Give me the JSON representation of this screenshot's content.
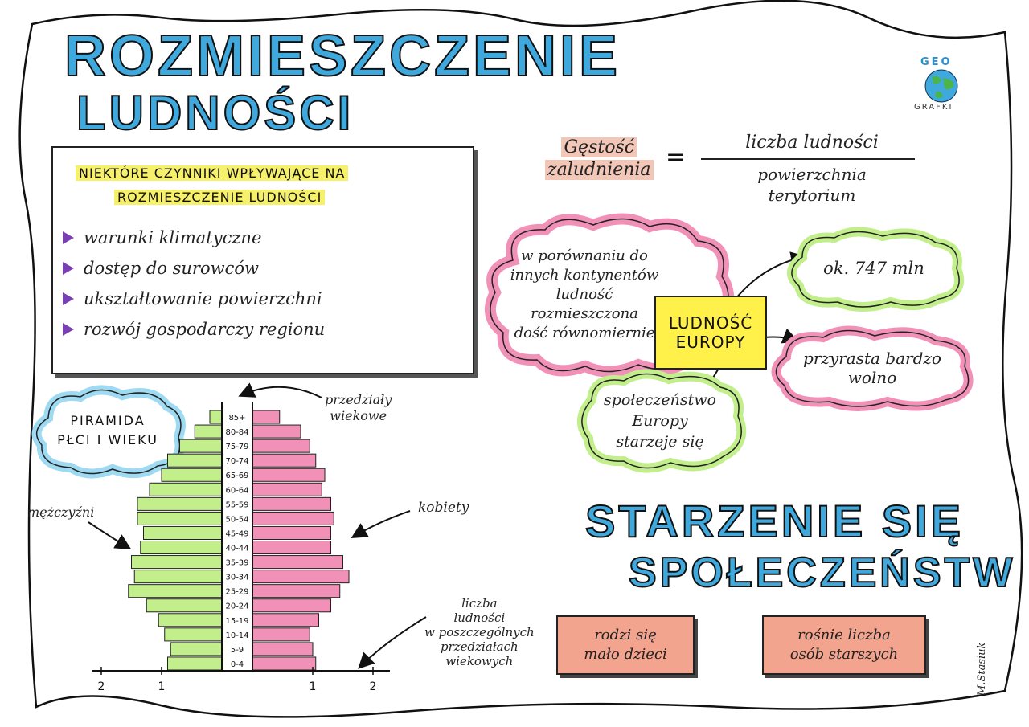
{
  "title": {
    "line1": "ROZMIESZCZENIE",
    "line2": "LUDNOŚCI"
  },
  "logo": {
    "top": "GEO",
    "bottom": "GRAFKI"
  },
  "density": {
    "left_line1": "Gęstość",
    "left_line2": "zaludnienia",
    "equals": "=",
    "numerator": "liczba ludności",
    "denominator_line1": "powierzchnia",
    "denominator_line2": "terytorium"
  },
  "factors": {
    "heading_line1": "NIEKTÓRE CZYNNIKI WPŁYWAJĄCE NA",
    "heading_line2": "ROZMIESZCZENIE LUDNOŚCI",
    "items": [
      "warunki klimatyczne",
      "dostęp do surowców",
      "ukształtowanie powierzchni",
      "rozwój gospodarczy regionu"
    ]
  },
  "mindmap": {
    "center_line1": "LUDNOŚĆ",
    "center_line2": "EUROPY",
    "cloud_left": [
      "w porównaniu do",
      "innych kontynentów",
      "ludność",
      "rozmieszczona",
      "dość równomiernie"
    ],
    "cloud_population": "ok. 747 mln",
    "cloud_growth": [
      "przyrasta bardzo",
      "wolno"
    ],
    "cloud_society": [
      "społeczeństwo",
      "Europy",
      "starzeje się"
    ]
  },
  "pyramid": {
    "label_line1": "PIRAMIDA",
    "label_line2": "PŁCI I WIEKU",
    "annot_age_groups": [
      "przedziały",
      "wiekowe"
    ],
    "annot_men": "mężczyźni",
    "annot_women": "kobiety",
    "annot_count": [
      "liczba",
      "ludności",
      "w poszczególnych",
      "przedziałach",
      "wiekowych"
    ]
  },
  "chart_data": {
    "type": "bar",
    "orientation": "horizontal-pyramid",
    "categories": [
      "0-4",
      "5-9",
      "10-14",
      "15-19",
      "20-24",
      "25-29",
      "30-34",
      "35-39",
      "40-44",
      "45-49",
      "50-54",
      "55-59",
      "60-64",
      "65-69",
      "70-74",
      "75-79",
      "80-84",
      "85+"
    ],
    "series": [
      {
        "name": "mężczyźni",
        "values": [
          0.9,
          0.85,
          0.95,
          1.05,
          1.25,
          1.55,
          1.45,
          1.5,
          1.35,
          1.3,
          1.4,
          1.4,
          1.2,
          1.0,
          0.9,
          0.7,
          0.45,
          0.2
        ],
        "color": "#c2ef8c"
      },
      {
        "name": "kobiety",
        "values": [
          1.05,
          1.0,
          0.95,
          1.1,
          1.3,
          1.45,
          1.6,
          1.5,
          1.3,
          1.3,
          1.35,
          1.3,
          1.15,
          1.2,
          1.05,
          0.95,
          0.8,
          0.45
        ],
        "color": "#f291b8"
      }
    ],
    "xticks": [
      "2",
      "1",
      "1",
      "2"
    ],
    "xlim": [
      -2,
      2
    ]
  },
  "aging": {
    "title_line1": "STARZENIE SIĘ",
    "title_line2": "SPOŁECZEŃSTW",
    "box1": [
      "rodzi się",
      "mało dzieci"
    ],
    "box2": [
      "rośnie liczba",
      "osób starszych"
    ]
  },
  "signature": "M.Stasiuk",
  "colors": {
    "title_blue": "#3fa9dd",
    "highlight_yellow": "#f6f06a",
    "center_yellow": "#fff04a",
    "pink": "#f291b8",
    "green": "#c2ef8c",
    "salmon": "#f3a48e",
    "bullet": "#7a3fb5"
  }
}
